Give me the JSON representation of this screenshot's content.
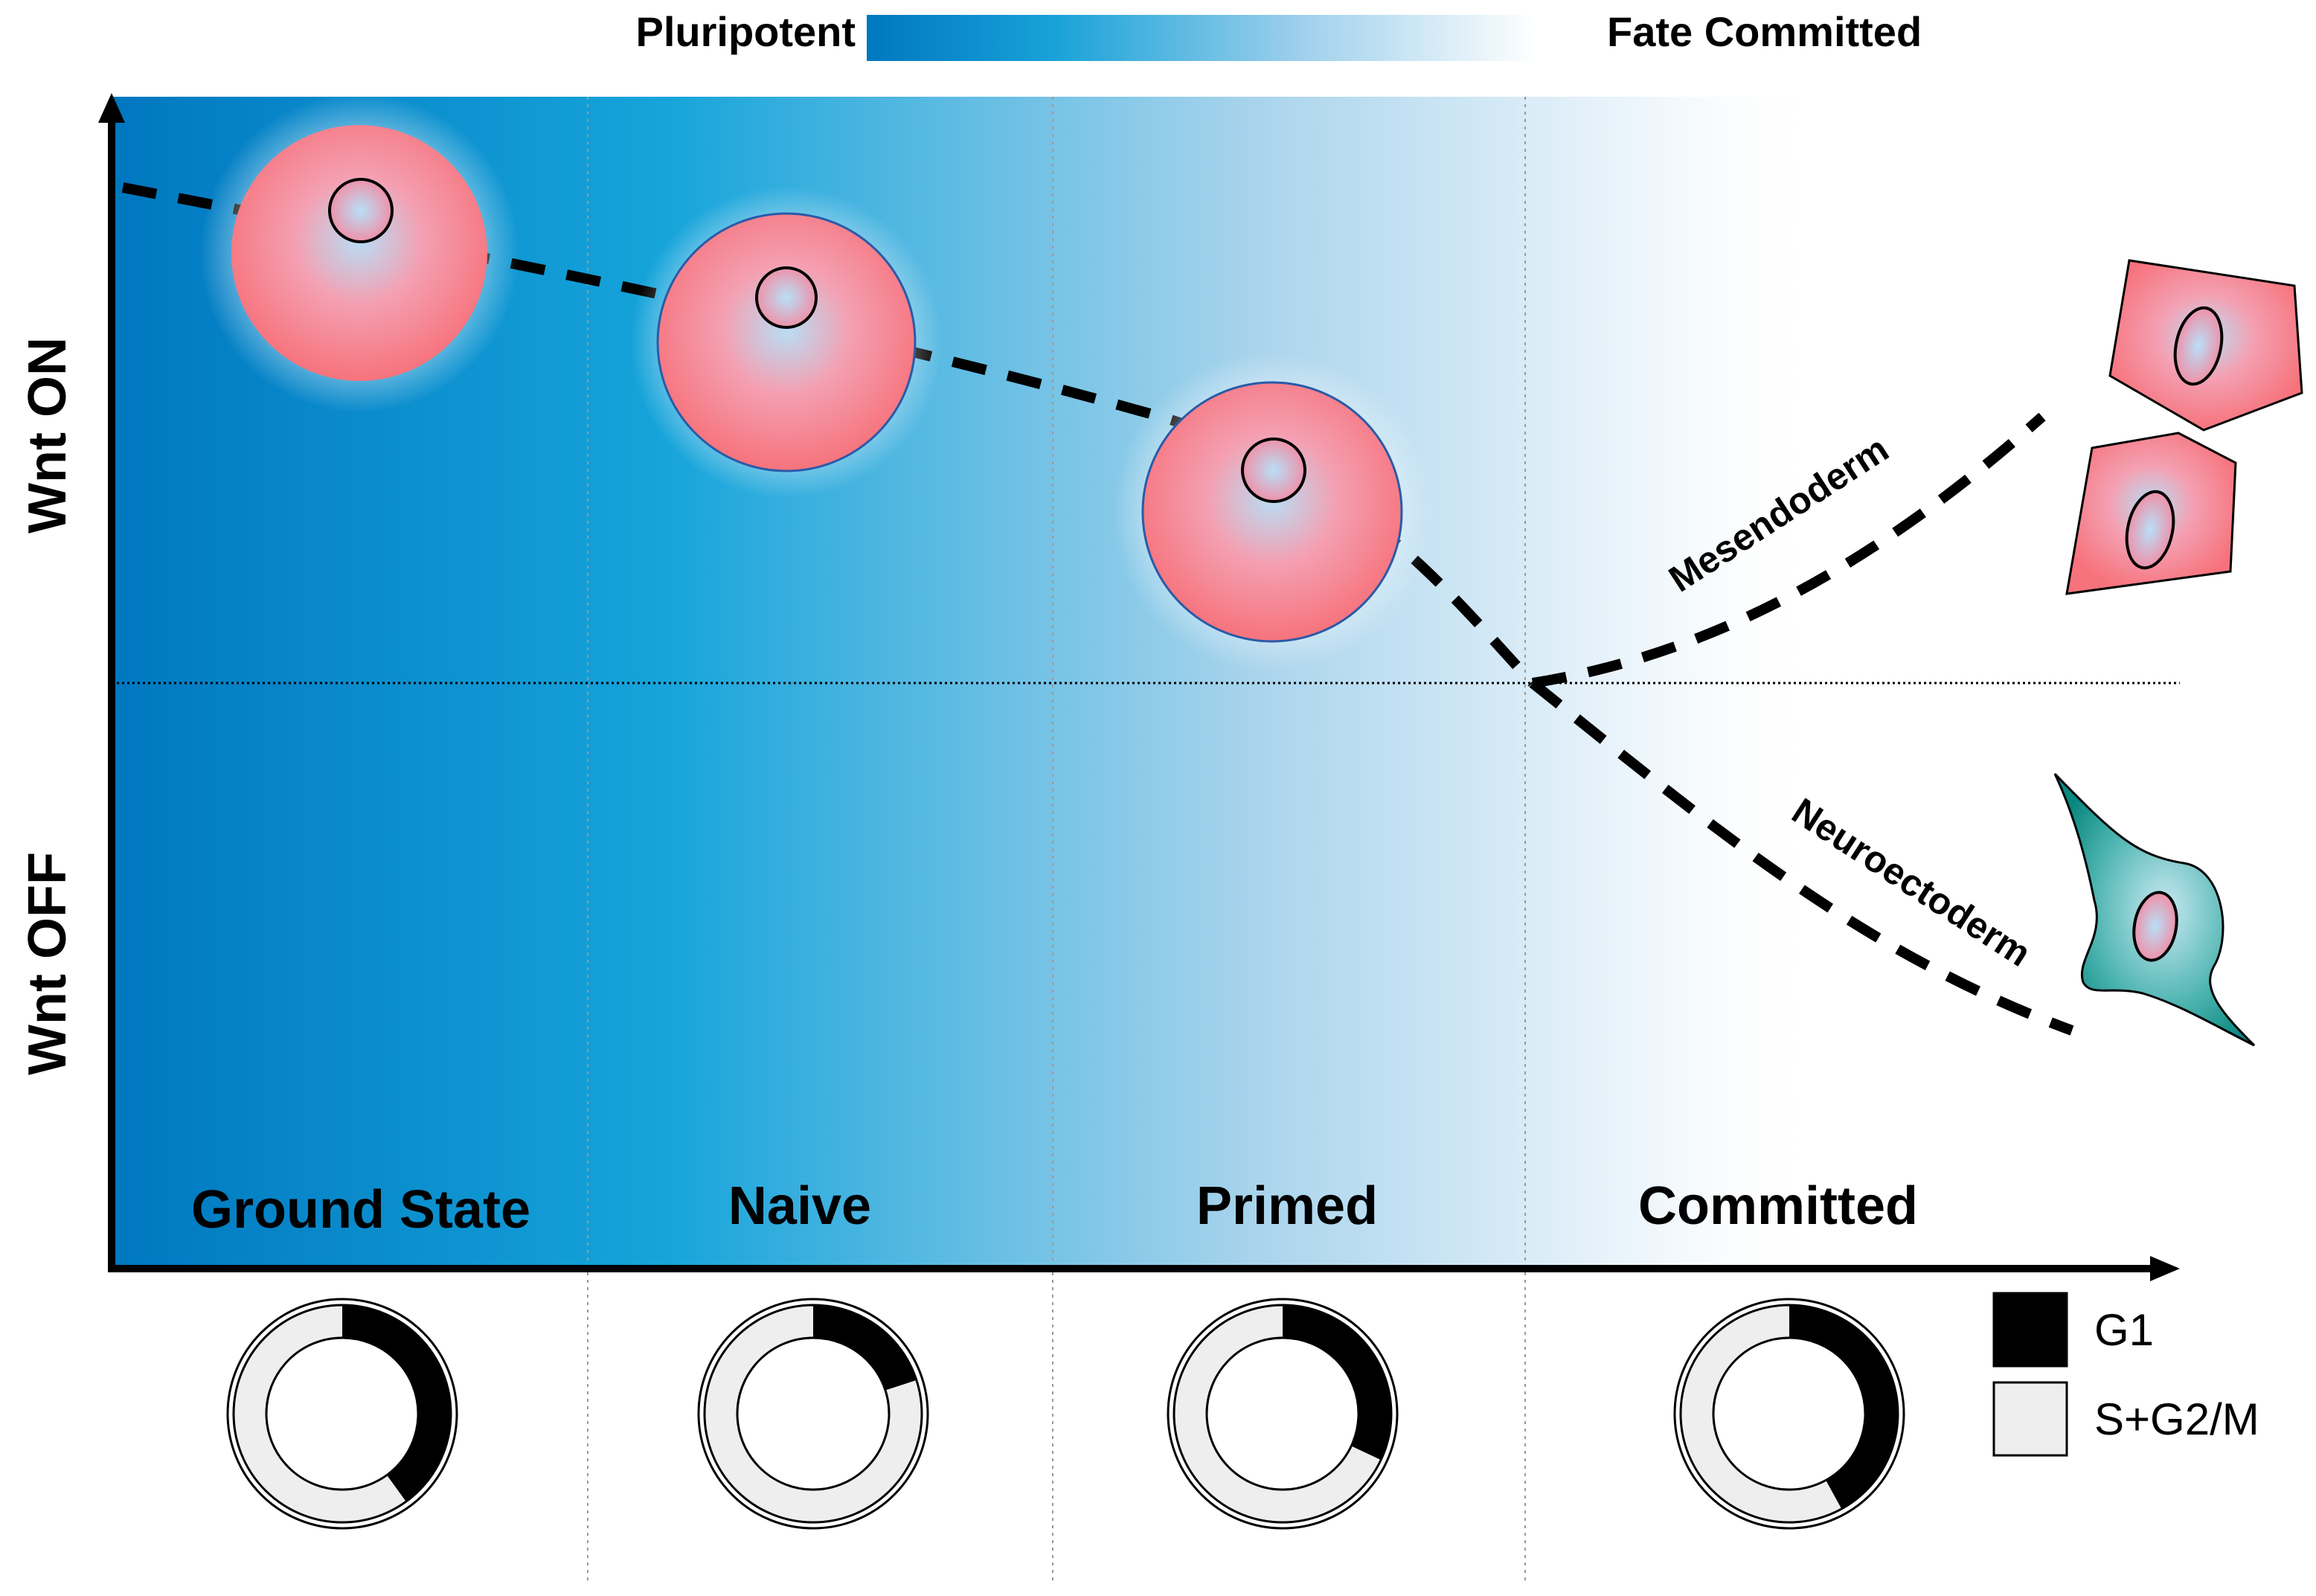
{
  "scale_bar": {
    "left_label": "Pluripotent",
    "right_label": "Fate Committed",
    "color_start": "#0077c0",
    "color_mid": "#1aa3d9",
    "color_end": "#ffffff"
  },
  "y_axis": {
    "upper_label": "Wnt ON",
    "lower_label": "Wnt  OFF"
  },
  "stages": [
    {
      "label": "Ground State",
      "g1_fraction": 0.4
    },
    {
      "label": "Naive",
      "g1_fraction": 0.2
    },
    {
      "label": "Primed",
      "g1_fraction": 0.32
    },
    {
      "label": "Committed",
      "g1_fraction": 0.42
    }
  ],
  "branches": {
    "upper": "Mesendoderm",
    "lower": "Neuroectoderm"
  },
  "legend": [
    {
      "label": "G1",
      "color": "#000000"
    },
    {
      "label": "S+G2/M",
      "color": "#eeeeee"
    }
  ],
  "colors": {
    "cell_fill": "#f07a84",
    "cell_center": "#a8d8f0",
    "cell_stroke": "#2a5aa8",
    "neuro_cell": "#0e8b86",
    "ring_g1": "#000000",
    "ring_rest": "#eeeeee"
  }
}
